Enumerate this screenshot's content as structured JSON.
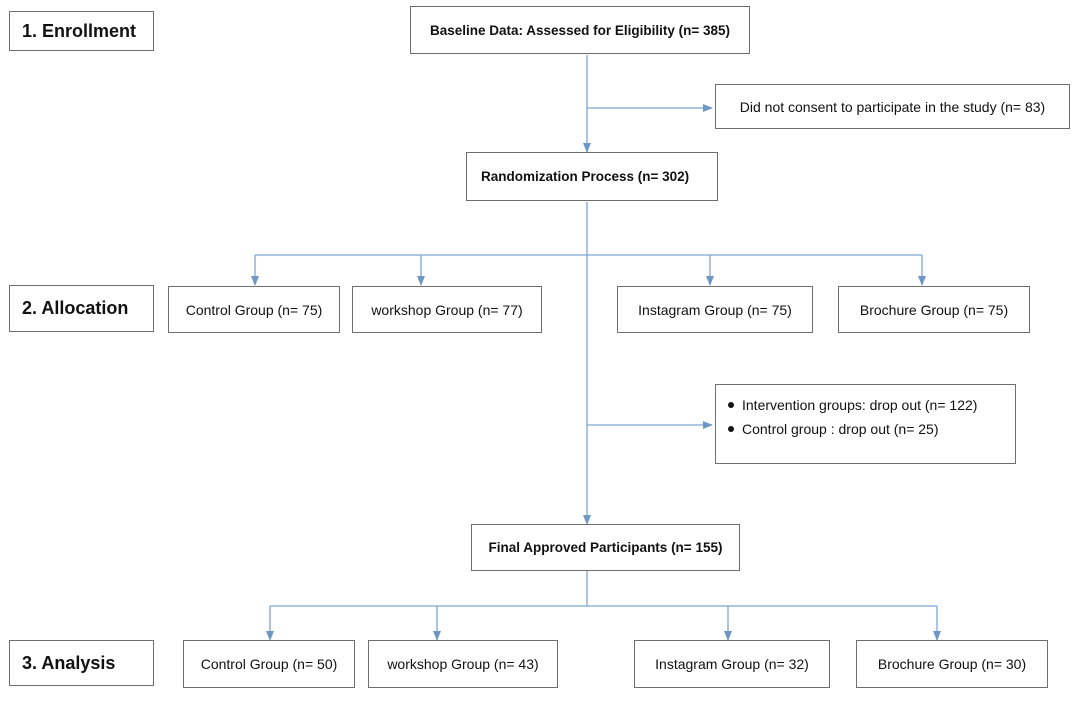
{
  "stages": {
    "enrollment": "1. Enrollment",
    "allocation": "2. Allocation",
    "analysis": "3. Analysis"
  },
  "baseline": "Baseline Data: Assessed for Eligibility (n= 385)",
  "excluded": "Did not consent to participate in the study (n= 83)",
  "randomization": "Randomization Process (n= 302)",
  "allocation_groups": [
    "Control Group (n= 75)",
    "workshop Group (n= 77)",
    "Instagram Group (n= 75)",
    "Brochure Group (n= 75)"
  ],
  "dropout": [
    "Intervention groups: drop out (n= 122)",
    "Control group : drop out (n= 25)"
  ],
  "final": "Final Approved Participants (n= 155)",
  "analysis_groups": [
    "Control Group (n= 50)",
    "workshop Group (n= 43)",
    "Instagram Group (n= 32)",
    "Brochure Group (n= 30)"
  ],
  "colors": {
    "connector": "#7ea6cf",
    "border": "#6f6f6f"
  }
}
